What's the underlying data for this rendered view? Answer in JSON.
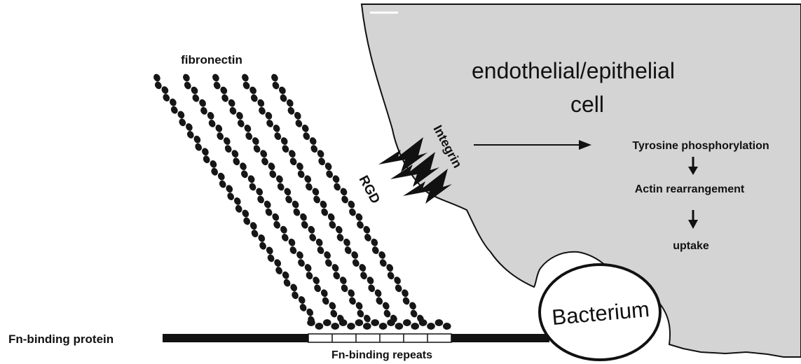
{
  "labels": {
    "fibronectin": "fibronectin",
    "cell_line1": "endothelial/epithelial",
    "cell_line2": "cell",
    "integrin": "Integrin",
    "rgd": "RGD",
    "tyrosine": "Tyrosine phosphorylation",
    "actin": "Actin rearrangement",
    "uptake": "uptake",
    "bacterium": "Bacterium",
    "fn_binding_protein": "Fn-binding protein",
    "fn_binding_repeats": "Fn-binding repeats"
  },
  "colors": {
    "cell_fill": "#d4d4d4",
    "outline": "#111111",
    "fibronectin_bead": "#161616",
    "background": "#ffffff"
  },
  "counts": {
    "fibronectin_strands": 5,
    "binding_repeats": 6,
    "integrin_receptors": 3
  }
}
